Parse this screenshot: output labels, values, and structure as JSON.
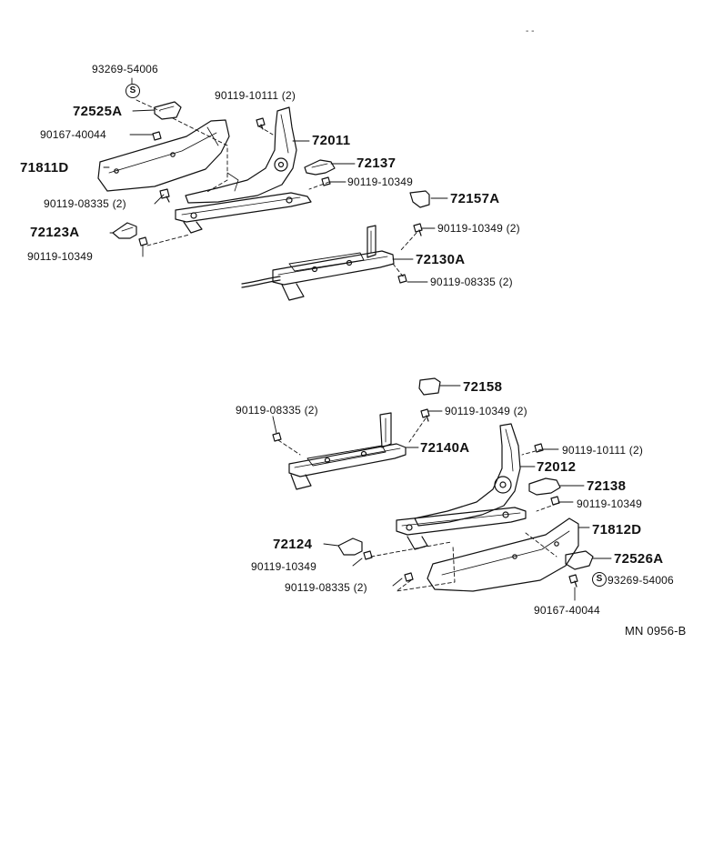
{
  "diagram": {
    "code": "MN 0956-B",
    "washer_symbol": "S",
    "corner_mark": "- -",
    "upper_assembly": {
      "labels": {
        "p_93269_54006": "93269-54006",
        "p_72525A": "72525A",
        "p_90119_10111": "90119-10111 (2)",
        "p_90167_40044": "90167-40044",
        "p_72011": "72011",
        "p_71811D": "71811D",
        "p_72137": "72137",
        "p_90119_10349_a": "90119-10349",
        "p_90119_08335": "90119-08335 (2)",
        "p_72157A": "72157A",
        "p_72123A": "72123A",
        "p_90119_10349_b": "90119-10349 (2)",
        "p_90119_10349_c": "90119-10349",
        "p_72130A": "72130A",
        "p_90119_08335_b": "90119-08335 (2)"
      }
    },
    "lower_assembly": {
      "labels": {
        "p_72158": "72158",
        "p_90119_08335": "90119-08335 (2)",
        "p_90119_10349_a": "90119-10349 (2)",
        "p_72140A": "72140A",
        "p_90119_10111": "90119-10111 (2)",
        "p_72012": "72012",
        "p_72138": "72138",
        "p_90119_10349_b": "90119-10349",
        "p_71812D": "71812D",
        "p_72124": "72124",
        "p_72526A": "72526A",
        "p_90119_10349_c": "90119-10349",
        "p_93269_54006": "93269-54006",
        "p_90119_08335_b": "90119-08335 (2)",
        "p_90167_40044": "90167-40044"
      }
    }
  }
}
